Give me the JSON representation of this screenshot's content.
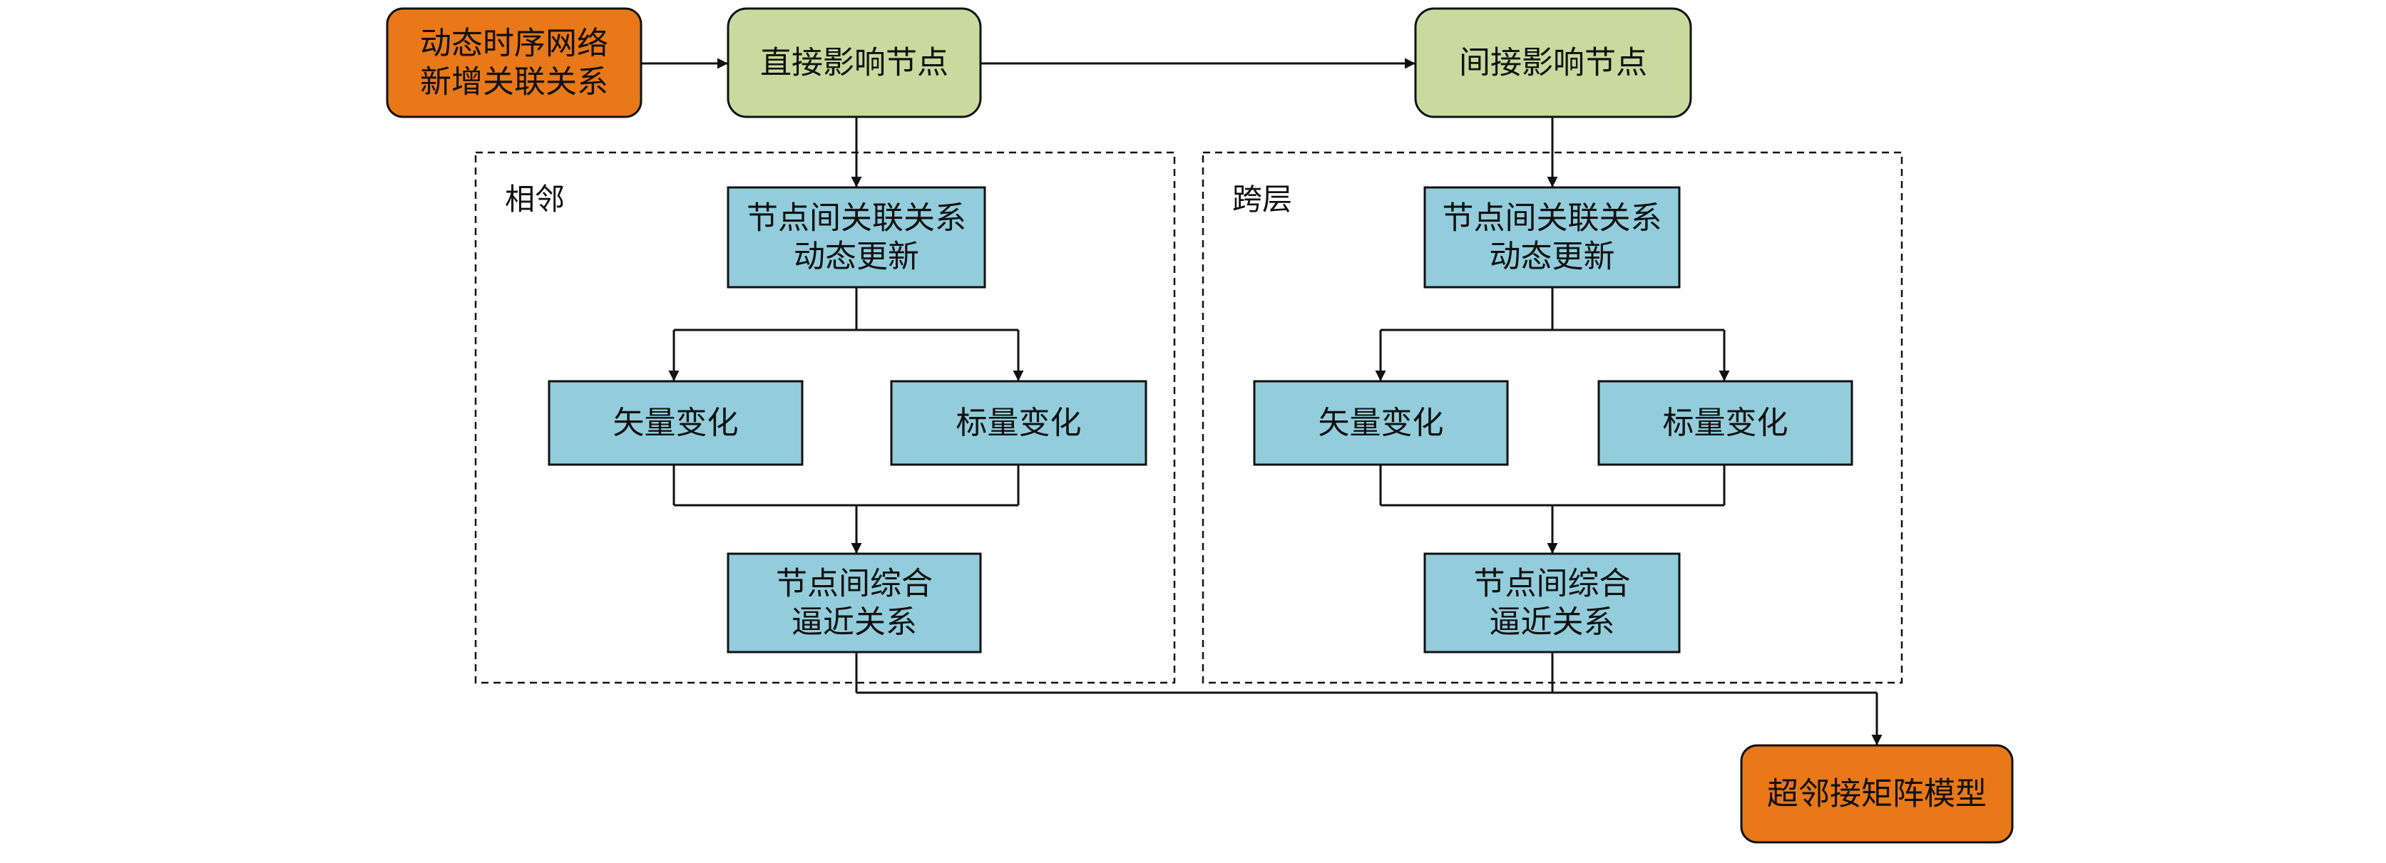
{
  "colors": {
    "orange": "#E87818",
    "green": "#C8DA9E",
    "blue": "#93CDDC",
    "stroke": "#111111"
  },
  "nodes": {
    "source": {
      "lines": [
        "动态时序网络",
        "新增关联关系"
      ]
    },
    "direct": {
      "lines": [
        "直接影响节点"
      ]
    },
    "indirect": {
      "lines": [
        "间接影响节点"
      ]
    },
    "target": {
      "lines": [
        "超邻接矩阵模型"
      ]
    }
  },
  "groups": {
    "adjacent": {
      "label": "相邻",
      "update": {
        "lines": [
          "节点间关联关系",
          "动态更新"
        ]
      },
      "vector": {
        "lines": [
          "矢量变化"
        ]
      },
      "scalar": {
        "lines": [
          "标量变化"
        ]
      },
      "approx": {
        "lines": [
          "节点间综合",
          "逼近关系"
        ]
      }
    },
    "cross": {
      "label": "跨层",
      "update": {
        "lines": [
          "节点间关联关系",
          "动态更新"
        ]
      },
      "vector": {
        "lines": [
          "矢量变化"
        ]
      },
      "scalar": {
        "lines": [
          "标量变化"
        ]
      },
      "approx": {
        "lines": [
          "节点间综合",
          "逼近关系"
        ]
      }
    }
  }
}
